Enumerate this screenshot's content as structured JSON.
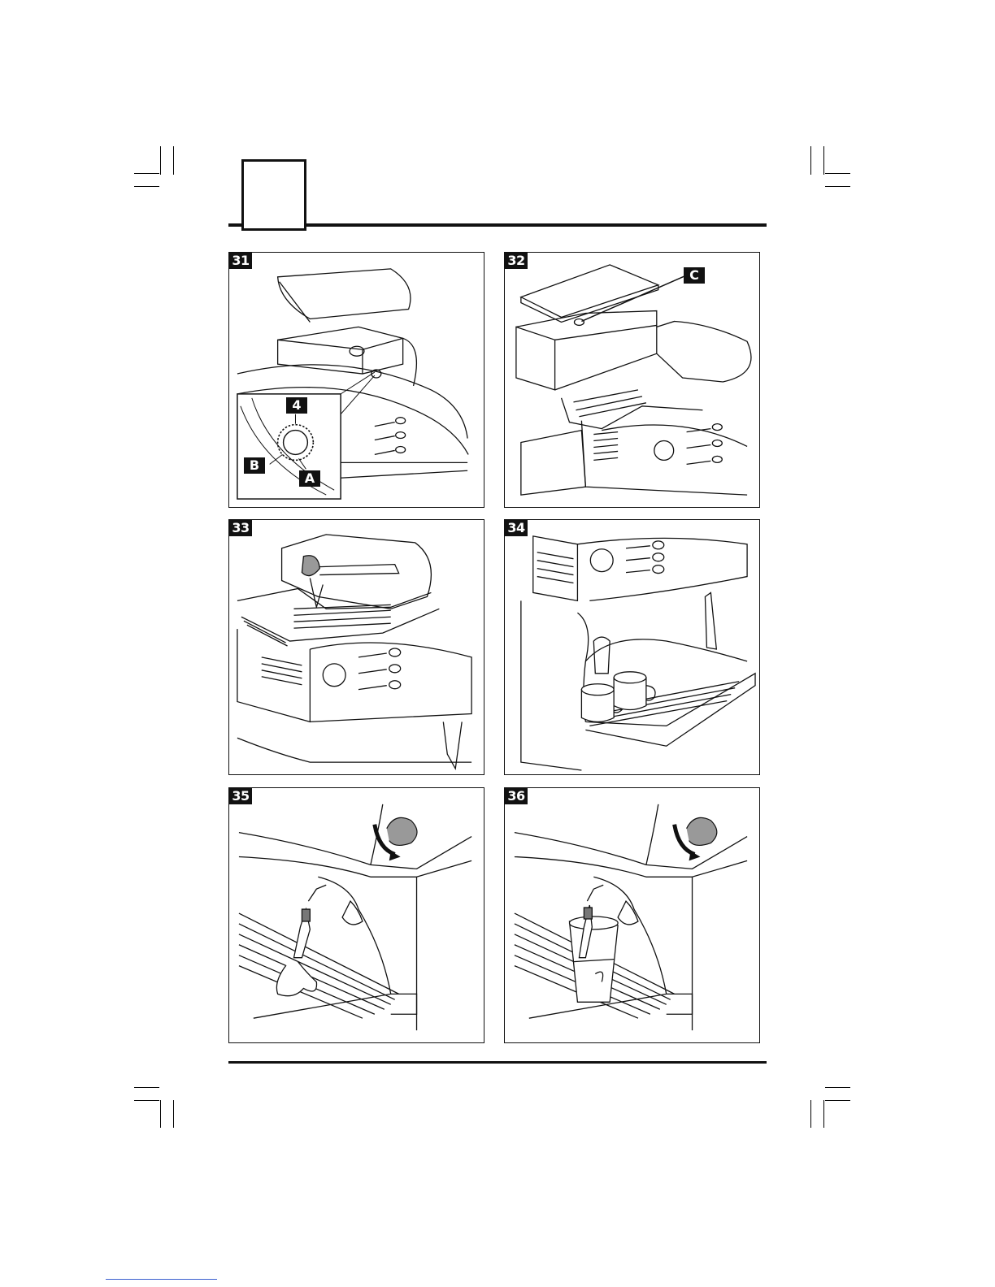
{
  "panels": [
    {
      "number": "31",
      "callouts": [
        "4",
        "B",
        "A"
      ]
    },
    {
      "number": "32",
      "callouts": [
        "C"
      ]
    },
    {
      "number": "33",
      "callouts": []
    },
    {
      "number": "34",
      "callouts": []
    },
    {
      "number": "35",
      "callouts": []
    },
    {
      "number": "36",
      "callouts": []
    }
  ]
}
